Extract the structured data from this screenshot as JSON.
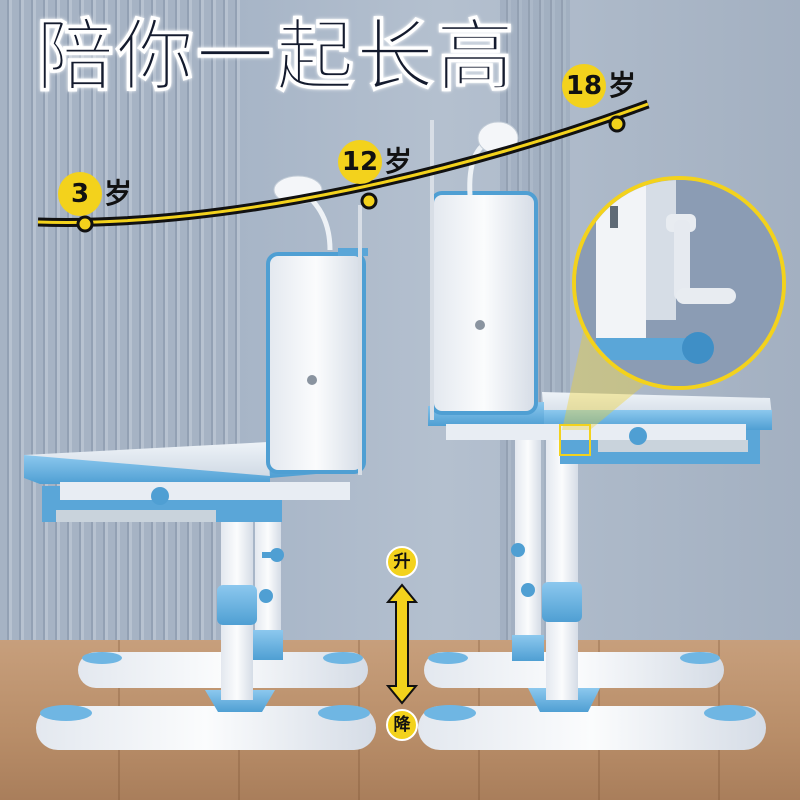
{
  "headline": "陪你一起长高",
  "growth_markers": [
    {
      "age": "3",
      "unit": "岁"
    },
    {
      "age": "12",
      "unit": "岁"
    },
    {
      "age": "18",
      "unit": "岁"
    }
  ],
  "height_adjust": {
    "up": "升",
    "down": "降"
  },
  "colors": {
    "accent_yellow": "#f3d21c",
    "desk_blue": "#6fb6e3",
    "desk_white": "#f4f6f9",
    "wall": "#a7b5c7",
    "floor": "#b88d68",
    "headline": "#141b2e"
  },
  "icons": [
    "growth-curve",
    "height-arrow-icon",
    "crank-handle-zoom"
  ]
}
